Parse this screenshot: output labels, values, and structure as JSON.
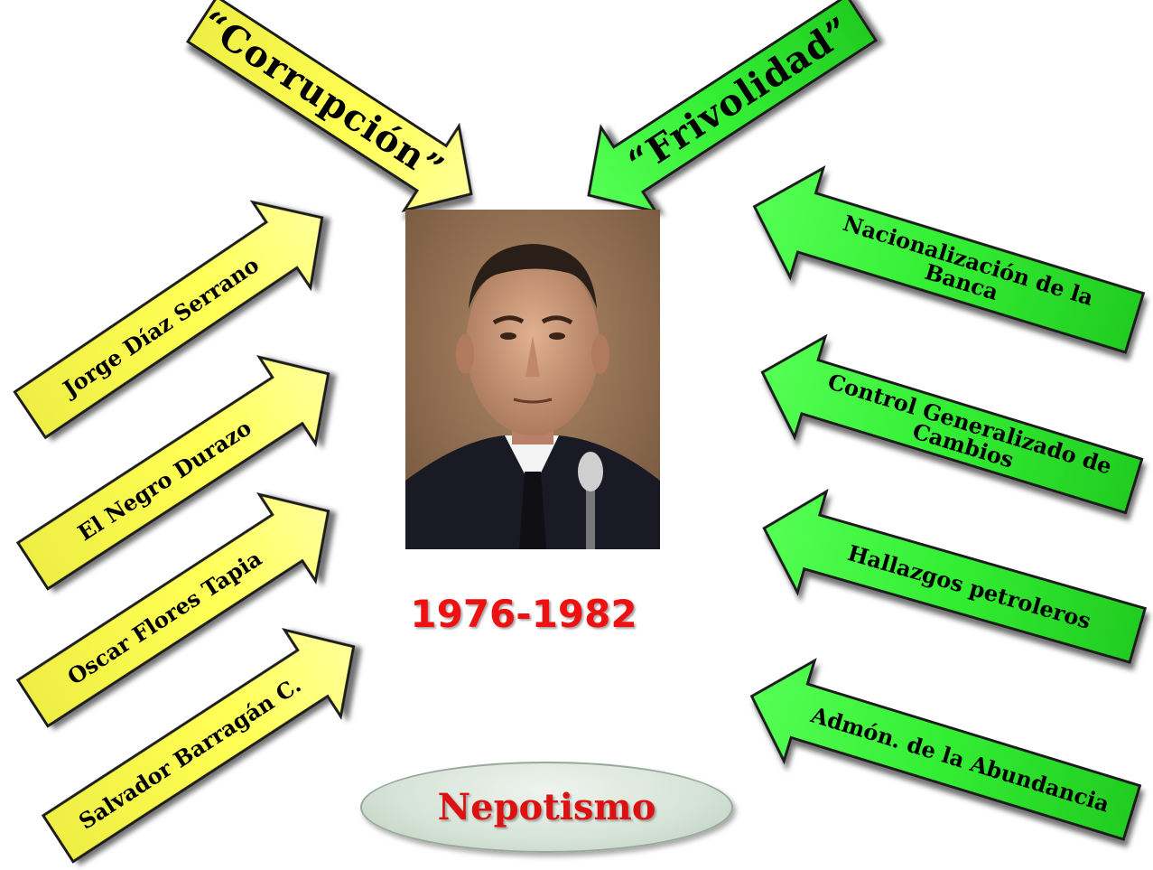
{
  "top_left": {
    "label": "“Corrupción”",
    "color": "#ffff33"
  },
  "top_right": {
    "label": "“Frivolidad”",
    "color": "#33ee33"
  },
  "left_arrows": [
    {
      "label": "Jorge Díaz Serrano"
    },
    {
      "label": "El Negro Durazo"
    },
    {
      "label": "Oscar Flores Tapia"
    },
    {
      "label": "Salvador Barragán C."
    }
  ],
  "right_arrows": [
    {
      "label": "Nacionalización de la Banca"
    },
    {
      "label": "Control Generalizado de Cambios"
    },
    {
      "label": "Hallazgos petroleros"
    },
    {
      "label": "Admón. de la Abundancia"
    }
  ],
  "years": "1976-1982",
  "nepotismo": "Nepotismo",
  "colors": {
    "yellow": "#ffff33",
    "green": "#33ee33",
    "title_red": "#ee1111"
  }
}
